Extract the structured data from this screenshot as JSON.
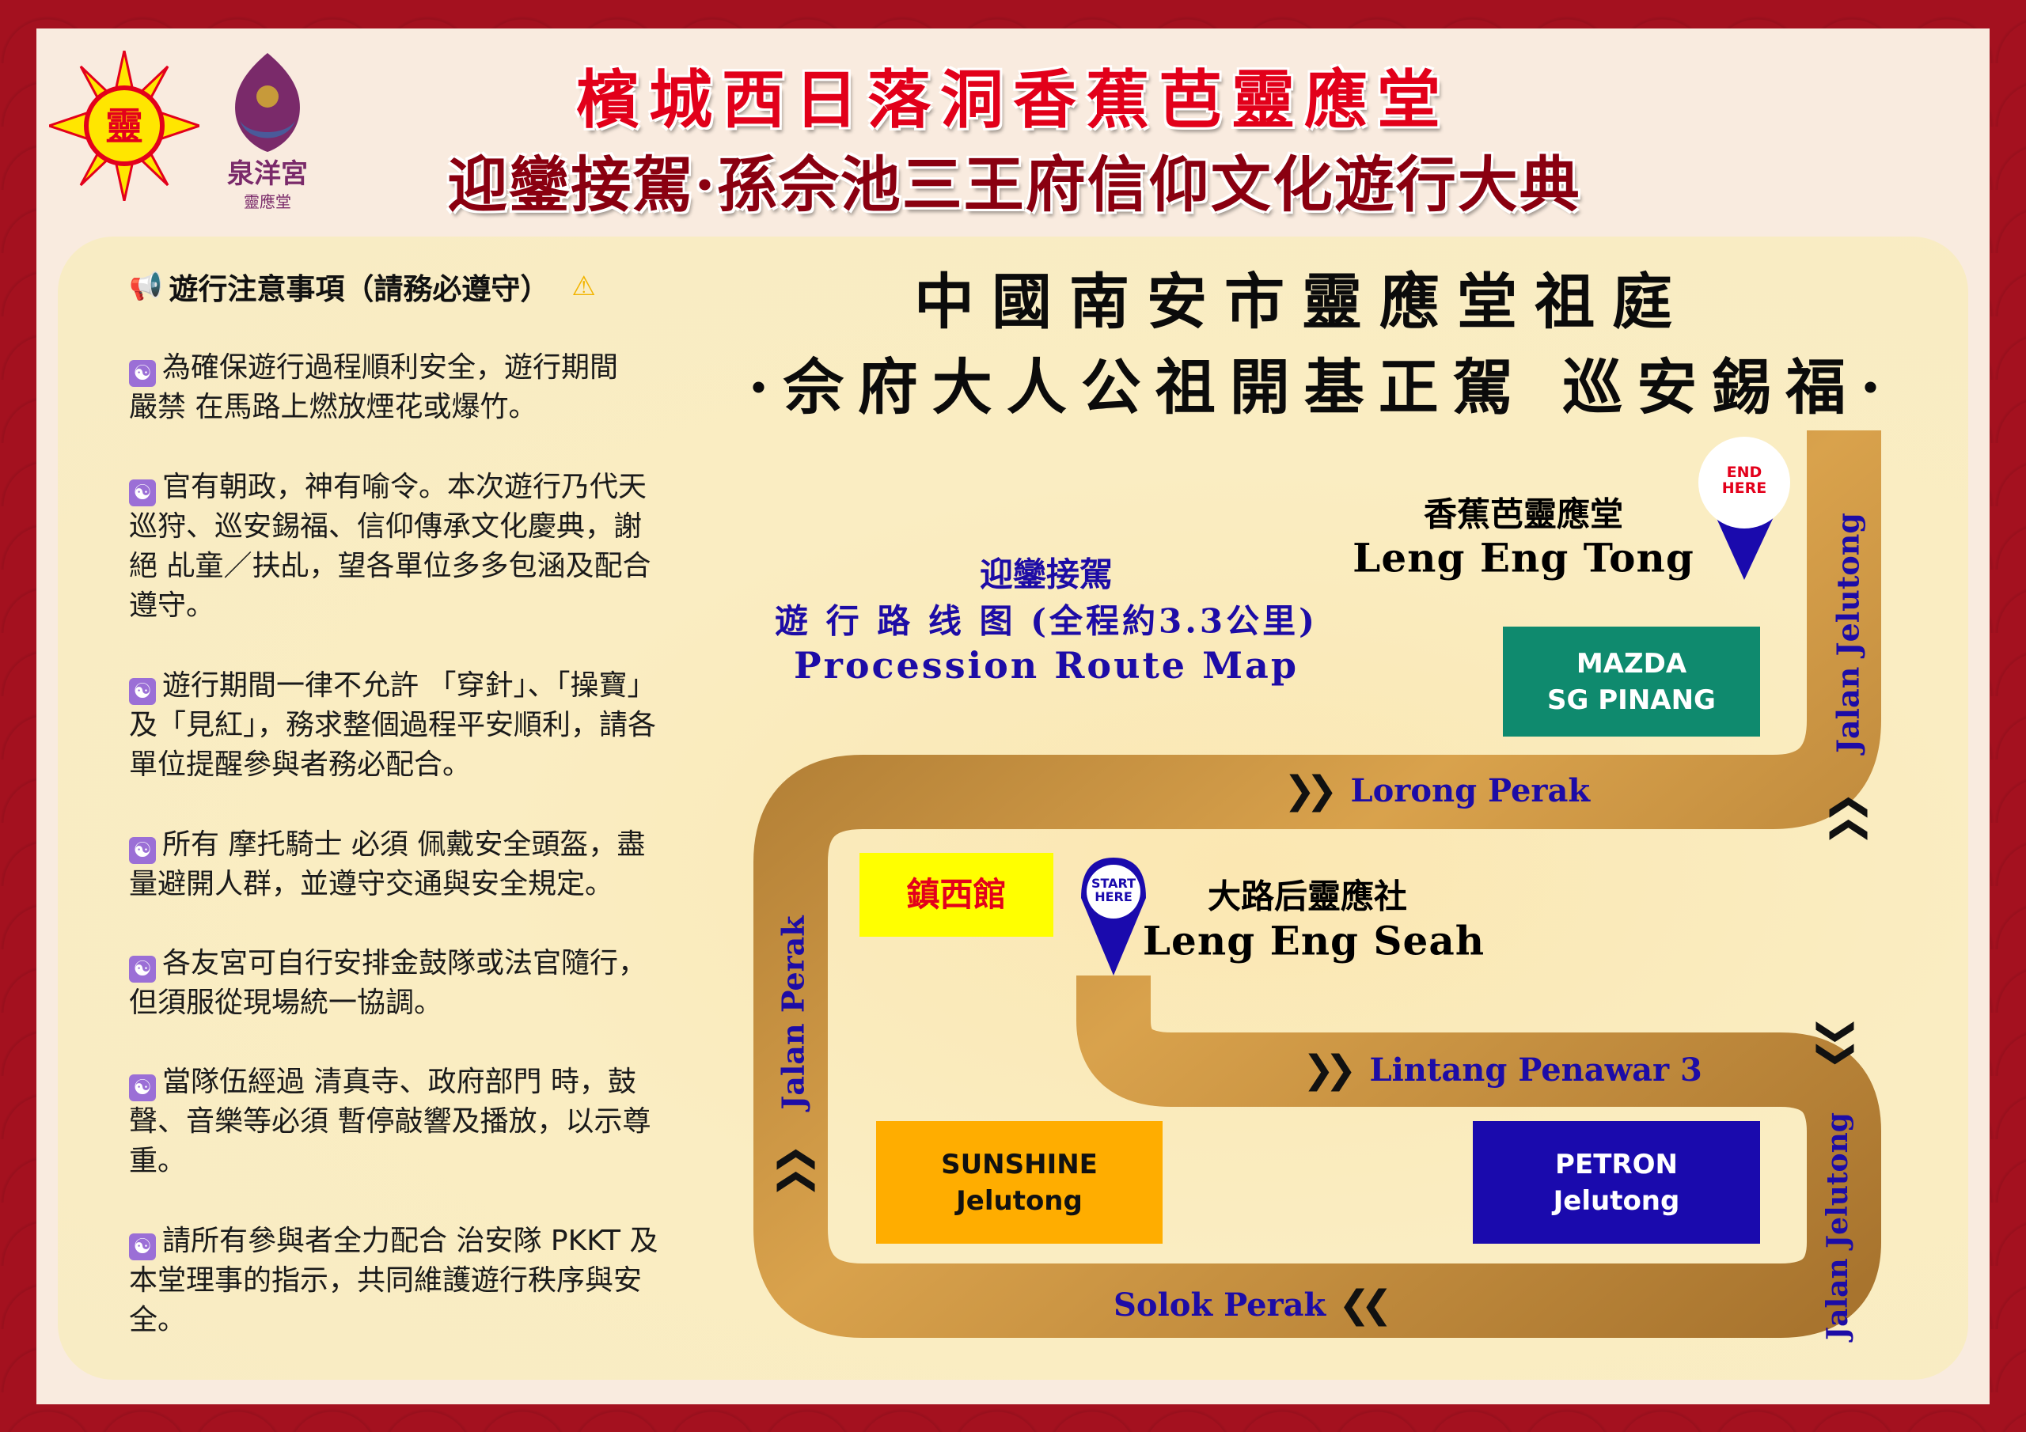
{
  "header": {
    "title_line1": "檳城西日落洞香蕉芭靈應堂",
    "title_line2": "迎鑾接駕·孫佘池三王府信仰文化遊行大典",
    "logo_sun_text": "靈",
    "logo_temple_name": "泉洋宮",
    "logo_temple_sub": "靈應堂"
  },
  "notes": {
    "heading": "遊行注意事項（請務必遵守）",
    "heading_icon": "megaphone-icon",
    "warning_icon": "warning-icon",
    "bullet_icon": "yin-yang-icon",
    "items": [
      {
        "lines": [
          "為確保遊行過程順利安全，遊行期間",
          "嚴禁 在馬路上燃放煙花或爆竹。"
        ]
      },
      {
        "lines": [
          "官有朝政，神有喻令。本次遊行乃代天",
          "巡狩、巡安錫福、信仰傳承文化慶典，謝",
          "絕 乩童／扶乩，望各單位多多包涵及配合",
          "遵守。"
        ]
      },
      {
        "lines": [
          "遊行期間一律不允許 「穿針」、「操寶」",
          "及「見紅」，務求整個過程平安順利，請各",
          "單位提醒參與者務必配合。"
        ]
      },
      {
        "lines": [
          "所有 摩托騎士 必須 佩戴安全頭盔，盡",
          "量避開人群，並遵守交通與安全規定。"
        ]
      },
      {
        "lines": [
          "各友宮可自行安排金鼓隊或法官隨行，",
          "但須服從現場統一協調。"
        ]
      },
      {
        "lines": [
          "當隊伍經過 清真寺、政府部門 時，鼓",
          "聲、音樂等必須 暫停敲響及播放，以示尊",
          "重。"
        ]
      },
      {
        "lines": [
          "請所有參與者全力配合 治安隊 PKKT 及",
          "本堂理事的指示，共同維護遊行秩序與安",
          "全。"
        ]
      }
    ]
  },
  "map": {
    "heading1": "中國南安市靈應堂祖庭",
    "heading2": "·佘府大人公祖開基正駕 巡安錫福·",
    "subtitle_cn": "迎鑾接駕",
    "subtitle_route": "遊 行 路 线 图 (全程約3.3公里)",
    "subtitle_en": "Procession Route Map",
    "end": {
      "pin_label": "END HERE",
      "name_cn": "香蕉芭靈應堂",
      "name_en": "Leng Eng Tong"
    },
    "start": {
      "pin_label": "START HERE",
      "name_cn": "大路后靈應社",
      "name_en": "Leng Eng Seah"
    },
    "landmarks": {
      "mazda": {
        "line1": "MAZDA",
        "line2": "SG PINANG",
        "color": "#0f8a6e"
      },
      "zhenxi": {
        "line1": "鎮西館",
        "color": "#ffff00"
      },
      "sunshine": {
        "line1": "SUNSHINE",
        "line2": "Jelutong",
        "color": "#ffad00"
      },
      "petron": {
        "line1": "PETRON",
        "line2": "Jelutong",
        "color": "#1a0aad"
      }
    },
    "roads": {
      "lorong_perak": "Lorong Perak",
      "lintang_penawar": "Lintang Penawar 3",
      "solok_perak": "Solok Perak",
      "jalan_perak": "Jalan Perak",
      "jalan_jelutong_top": "Jalan Jelutong",
      "jalan_jelutong_bottom": "Jalan Jelutong"
    },
    "route_color": "#b7822f",
    "label_color": "#1d0ca6"
  }
}
